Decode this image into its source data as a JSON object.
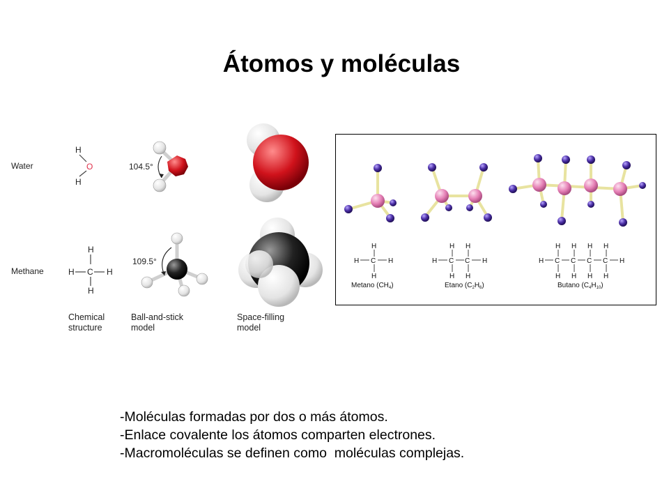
{
  "slide": {
    "title": "Átomos y moléculas"
  },
  "figure_left": {
    "rows": [
      {
        "name": "Water",
        "bond_angle": "104.5°"
      },
      {
        "name": "Methane",
        "bond_angle": "109.5°"
      }
    ],
    "atom_labels": {
      "h": "H",
      "o": "O",
      "c": "C"
    },
    "column_captions": [
      {
        "line1": "Chemical",
        "line2": "structure"
      },
      {
        "line1": "Ball-and-stick",
        "line2": "model"
      },
      {
        "line1": "Space-filling",
        "line2": "model"
      }
    ],
    "colors": {
      "hydrogen": "#f2f2f2",
      "oxygen": "#d0121b",
      "carbon": "#222222",
      "oxygen_label": "#e0304a"
    }
  },
  "figure_right": {
    "molecules": [
      {
        "caption": "Metano (CH",
        "formula_sub": "4",
        "caption_end": ")"
      },
      {
        "caption": "Etano (C",
        "formula_sub_1": "2",
        "mid": "H",
        "formula_sub_2": "6",
        "caption_end": ")"
      },
      {
        "caption": "Butano (C",
        "formula_sub_1": "4",
        "mid": "H",
        "formula_sub_2": "10",
        "caption_end": ")"
      }
    ],
    "atom_labels": {
      "h": "H",
      "c": "C"
    },
    "colors": {
      "carbon": "#e57fb5",
      "hydrogen": "#4b2fa6",
      "bond": "#e8e3a0"
    }
  },
  "bullets": [
    "-Moléculas formadas por dos o más átomos.",
    "-Enlace covalente los átomos comparten electrones.",
    "-Macromoléculas se definen como  moléculas complejas."
  ]
}
